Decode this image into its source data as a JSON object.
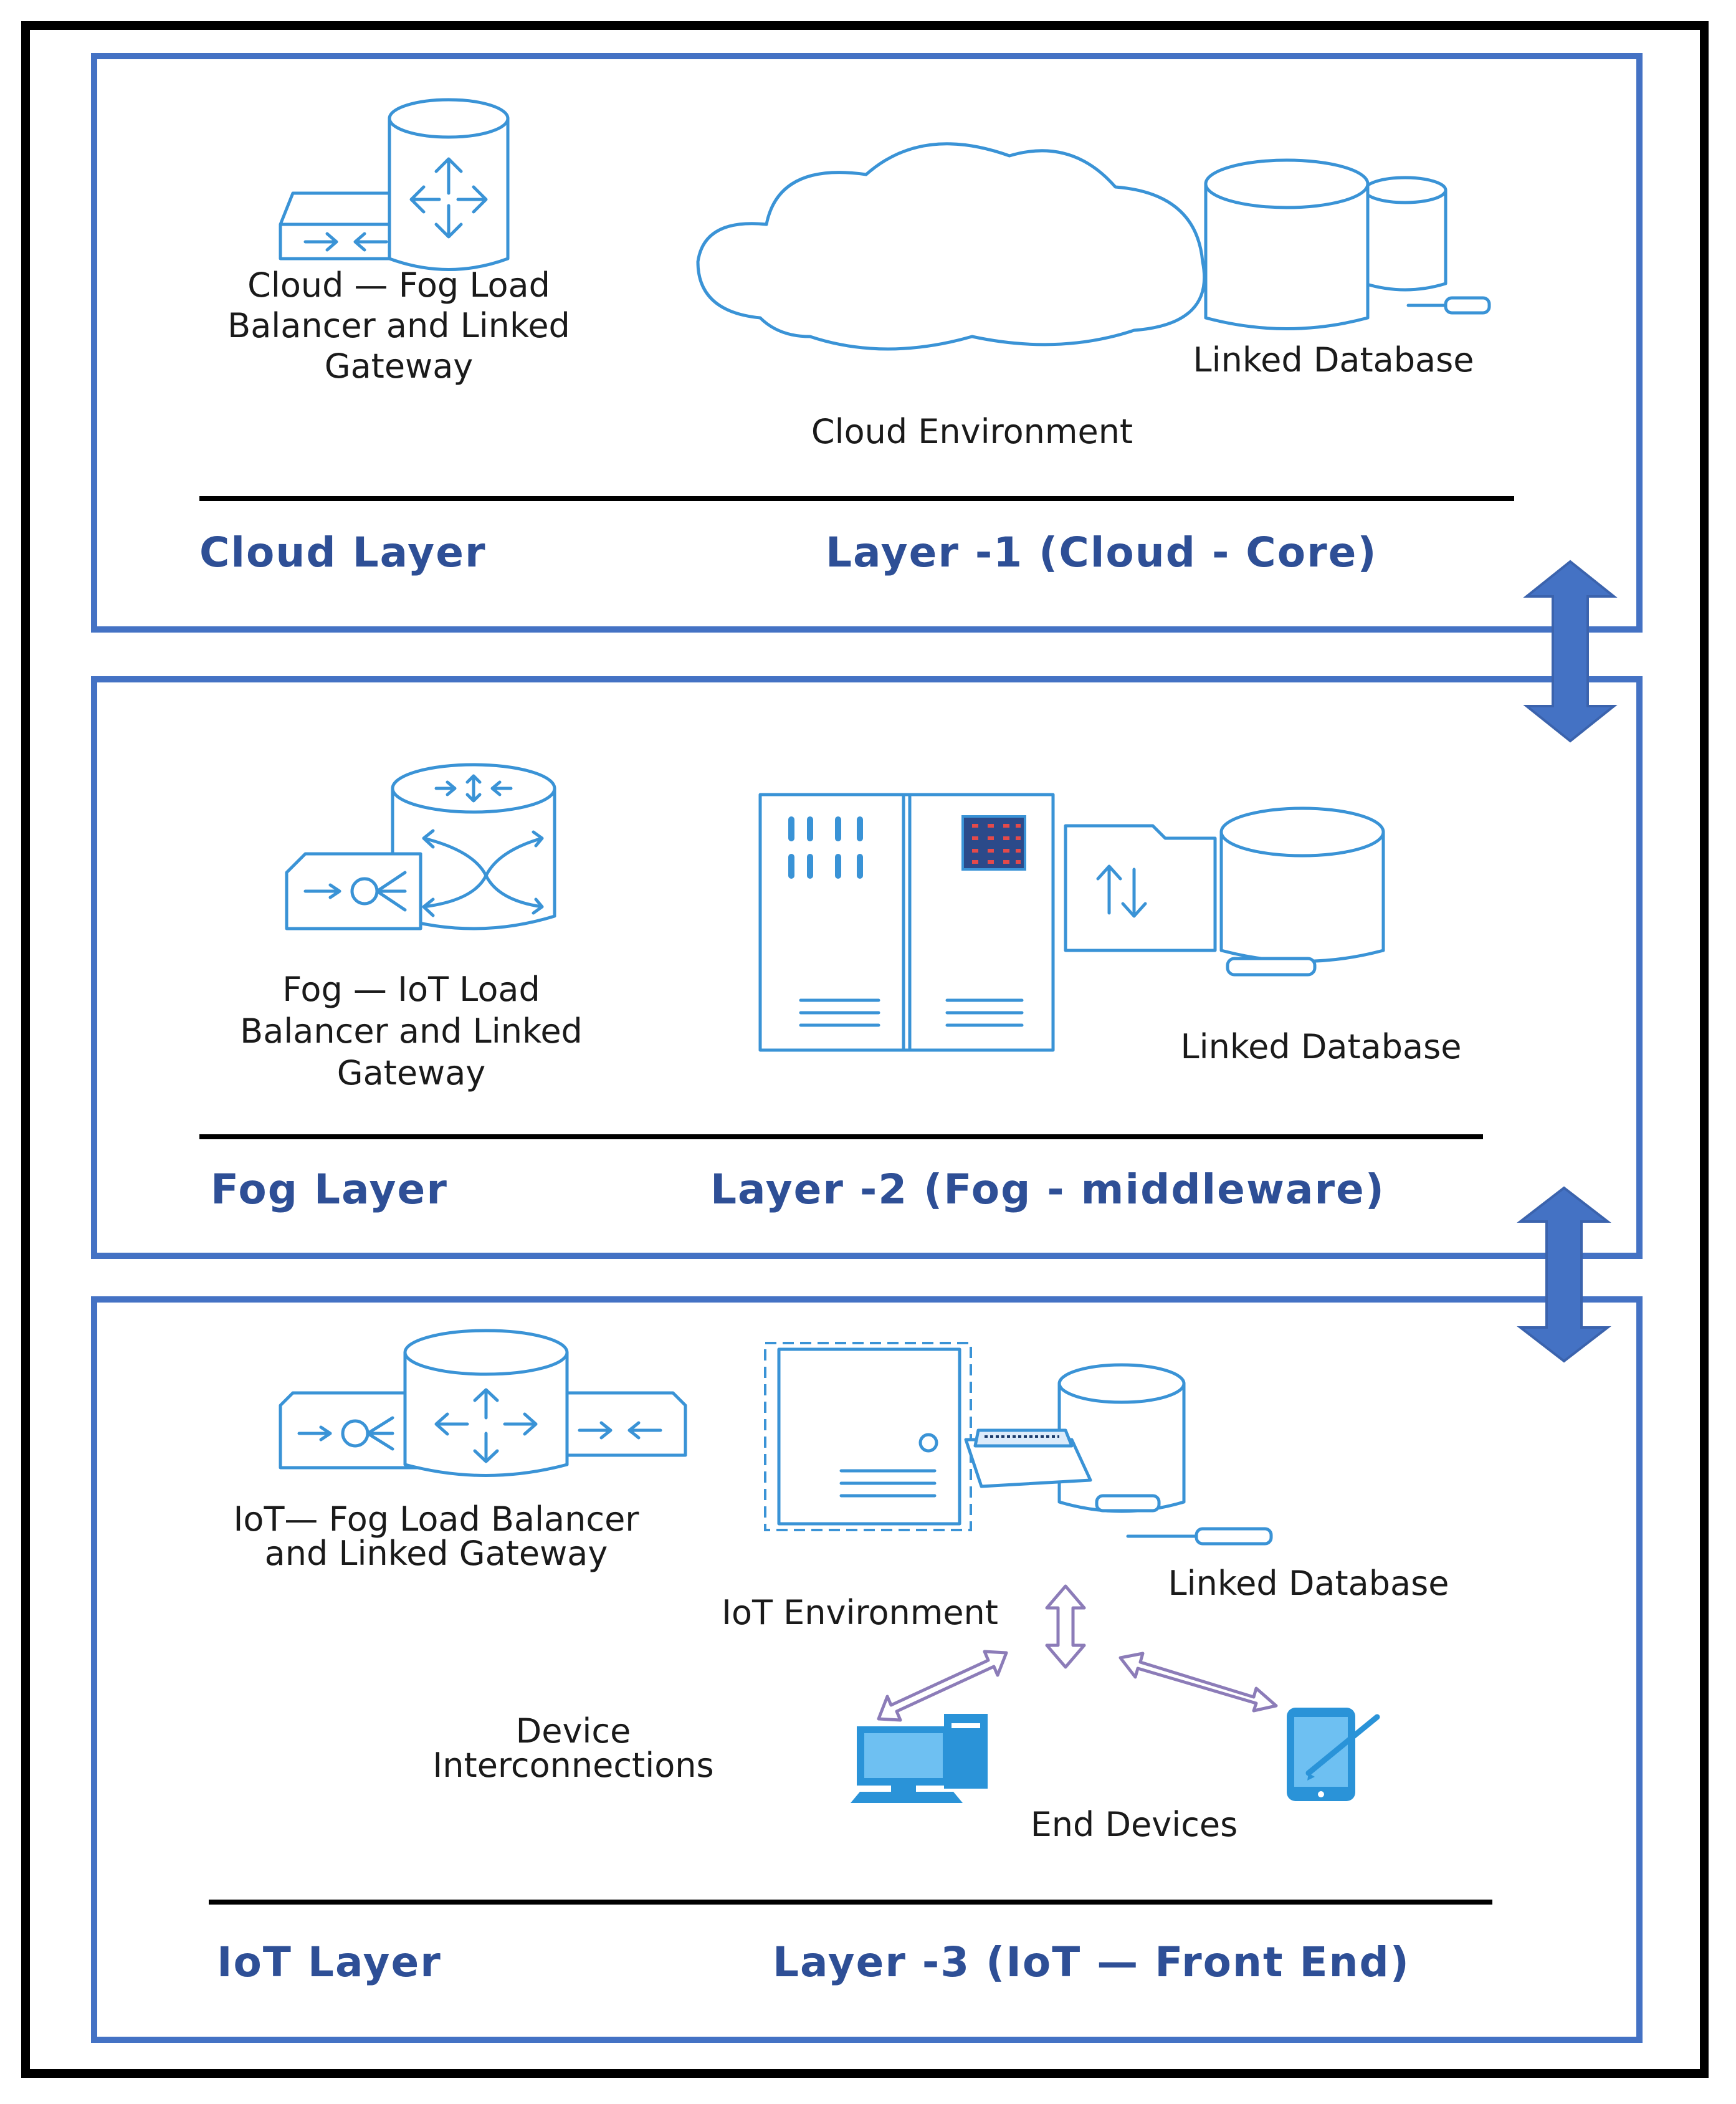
{
  "layers": [
    {
      "name": "Cloud Layer",
      "title": "Layer -1 (Cloud - Core)",
      "gateway_label": [
        "Cloud — Fog Load",
        "Balancer and Linked",
        "Gateway"
      ],
      "environment_label": "Cloud Environment",
      "database_label": "Linked Database"
    },
    {
      "name": "Fog Layer",
      "title": "Layer -2 (Fog - middleware)",
      "gateway_label": [
        "Fog — IoT Load",
        "Balancer and Linked",
        "Gateway"
      ],
      "database_label": "Linked Database"
    },
    {
      "name": "IoT Layer",
      "title": "Layer -3 (IoT — Front End)",
      "gateway_label": [
        "IoT— Fog Load Balancer",
        "and Linked Gateway"
      ],
      "environment_label": "IoT Environment",
      "database_label": "Linked Database",
      "interconnections_label": [
        "Device",
        "Interconnections"
      ],
      "end_devices_label": "End Devices"
    }
  ],
  "colors": {
    "panel_border": "#4472c4",
    "caption_text": "#2e4f96",
    "icon_stroke": "#3a93d6",
    "connector_arrow": "#4472c4",
    "iot_arrows": "#8c7cb8"
  }
}
